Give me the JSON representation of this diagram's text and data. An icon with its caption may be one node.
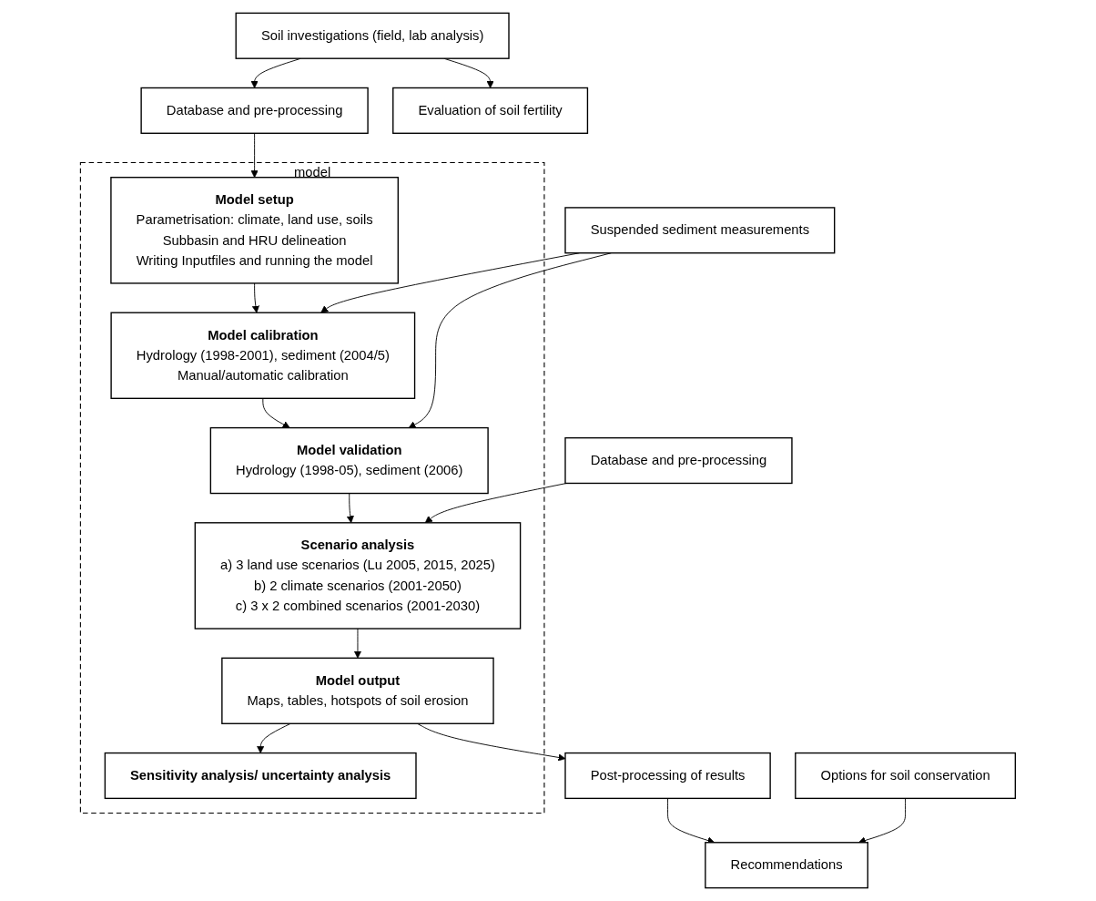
{
  "diagram": {
    "nodes": [
      {
        "text": [
          "model"
        ]
      },
      {
        "text": [
          "Model setup",
          "Parametrisation: climate, land use, soils",
          "Subbasin and HRU delineation",
          "Writing Inputfiles and running the model"
        ],
        "in": 0
      },
      {
        "text": [
          "Model calibration",
          "Hydrology (1998-2001), sediment (2004/5)",
          "Manual/automatic calibration"
        ],
        "in": 0
      },
      {
        "text": [
          "Model validation",
          "Hydrology (1998-05), sediment (2006)"
        ],
        "in": 0
      },
      {
        "text": [
          "Scenario analysis",
          "a) 3 land use scenarios (Lu 2005, 2015, 2025)",
          "b) 2 climate scenarios (2001-2050)",
          "c) 3 x 2 combined scenarios (2001-2030)"
        ],
        "in": 0
      },
      {
        "text": [
          "Model output",
          "Maps, tables, hotspots of soil erosion"
        ],
        "in": 0
      },
      {
        "text": [
          "Sensitivity analysis/ uncertainty analysis"
        ],
        "in": 0
      },
      {
        "text": [
          "Database and pre-processing"
        ]
      },
      {
        "text": [
          "Soil investigations (field, lab analysis)"
        ]
      },
      {
        "text": [
          "Evaluation of soil fertility"
        ]
      },
      {
        "text": [
          "Suspended sediment measurements"
        ]
      },
      {
        "text": [
          "Database and pre-processing"
        ]
      },
      {
        "text": [
          "Post-processing of results"
        ]
      },
      {
        "text": [
          "Options for soil conservation"
        ]
      },
      {
        "text": [
          "Recommendations"
        ]
      }
    ],
    "edges": [
      {
        "from": 1,
        "to": 2,
        "arrow": "to"
      },
      {
        "from": 2,
        "to": 3,
        "arrow": "to"
      },
      {
        "from": 3,
        "to": 4,
        "arrow": "to"
      },
      {
        "from": 4,
        "to": 5,
        "arrow": "to"
      },
      {
        "from": 5,
        "to": 6,
        "arrow": "to"
      },
      {
        "from": 7,
        "to": 1,
        "arrow": "to"
      },
      {
        "from": 8,
        "to": 7,
        "arrow": "to"
      },
      {
        "from": 8,
        "to": 9,
        "arrow": "to"
      },
      {
        "from": 10,
        "to": 2,
        "arrow": "to"
      },
      {
        "from": 10,
        "to": 3,
        "arrow": "to"
      },
      {
        "from": 11,
        "to": 4,
        "arrow": "to"
      },
      {
        "from": 5,
        "to": 12,
        "arrow": "to"
      },
      {
        "from": 12,
        "to": 14,
        "arrow": "to"
      },
      {
        "from": 13,
        "to": 14,
        "arrow": "to"
      }
    ]
  }
}
